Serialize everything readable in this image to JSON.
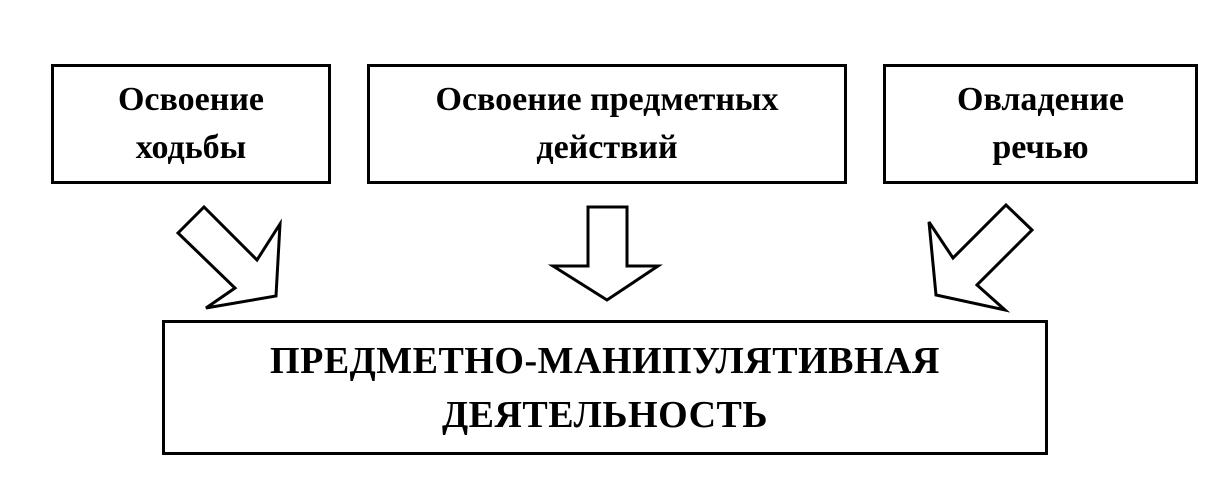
{
  "diagram": {
    "boxes": {
      "walking": "Освоение\nходьбы",
      "objects": "Освоение предметных\nдействий",
      "speech": "Овладение\nречью",
      "main": "ПРЕДМЕТНО-МАНИПУЛЯТИВНАЯ\nДЕЯТЕЛЬНОСТЬ"
    },
    "arrows": [
      {
        "from": "walking",
        "to": "main",
        "style": "hollow-block"
      },
      {
        "from": "objects",
        "to": "main",
        "style": "hollow-block"
      },
      {
        "from": "speech",
        "to": "main",
        "style": "hollow-block"
      }
    ],
    "colors": {
      "stroke": "#000000",
      "background": "#ffffff"
    }
  }
}
